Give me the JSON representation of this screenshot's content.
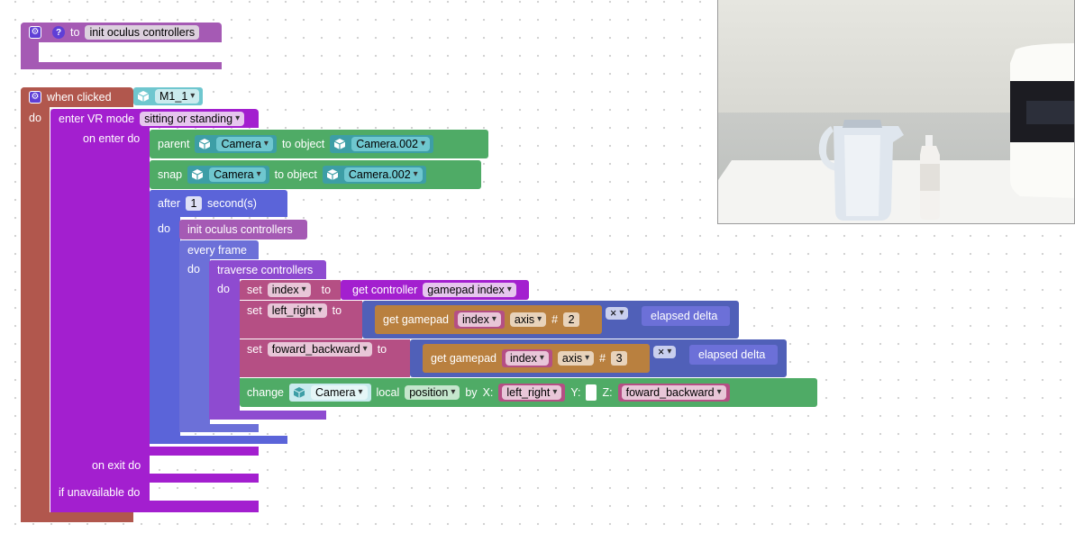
{
  "colors": {
    "procedure": "#a55ab4",
    "event": "#b1574d",
    "vr": "#a31fcf",
    "objects": "#4fab66",
    "time": "#5b64d9",
    "frame": "#6c70d8",
    "controllers": "#8e4bd0",
    "variables": "#b54f84",
    "sensors": "#b9803f",
    "math": "#5060b8",
    "camera_pill": "#6fc7cf"
  },
  "proc_def": {
    "to": "to",
    "name": "init oculus controllers",
    "icons": [
      "gear-icon",
      "help-icon"
    ]
  },
  "event": {
    "when_clicked": "when clicked",
    "object": "M1_1",
    "do": "do",
    "vr": {
      "enter": "enter VR mode",
      "mode": "sitting or standing",
      "on_enter": "on enter do",
      "on_exit": "on exit do",
      "if_unavailable": "if unavailable do",
      "parent": {
        "label": "parent",
        "object": "Camera",
        "to_object": "to object",
        "target": "Camera.002"
      },
      "snap": {
        "label": "snap",
        "object": "Camera",
        "to_object": "to object",
        "target": "Camera.002"
      },
      "after": {
        "label": "after",
        "value": "1",
        "unit": "second(s)",
        "do": "do"
      },
      "call": "init oculus controllers",
      "every_frame": {
        "label": "every frame",
        "do": "do"
      },
      "traverse": {
        "label": "traverse controllers",
        "do": "do"
      },
      "set_index": {
        "set": "set",
        "var": "index",
        "to": "to",
        "getter": "get controller",
        "prop": "gamepad index"
      },
      "set_lr": {
        "set": "set",
        "var": "left_right",
        "to": "to",
        "get": "get gamepad",
        "index": "index",
        "axis": "axis",
        "hash": "#",
        "num": "2",
        "op": "×",
        "delta": "elapsed delta"
      },
      "set_fb": {
        "set": "set",
        "var": "foward_backward",
        "to": "to",
        "get": "get gamepad",
        "index": "index",
        "axis": "axis",
        "hash": "#",
        "num": "3",
        "op": "×",
        "delta": "elapsed delta"
      },
      "change": {
        "label": "change",
        "object": "Camera",
        "local": "local",
        "prop": "position",
        "by": "by",
        "x_label": "X:",
        "x": "left_right",
        "y_label": "Y:",
        "z_label": "Z:",
        "z": "foward_backward"
      }
    }
  }
}
